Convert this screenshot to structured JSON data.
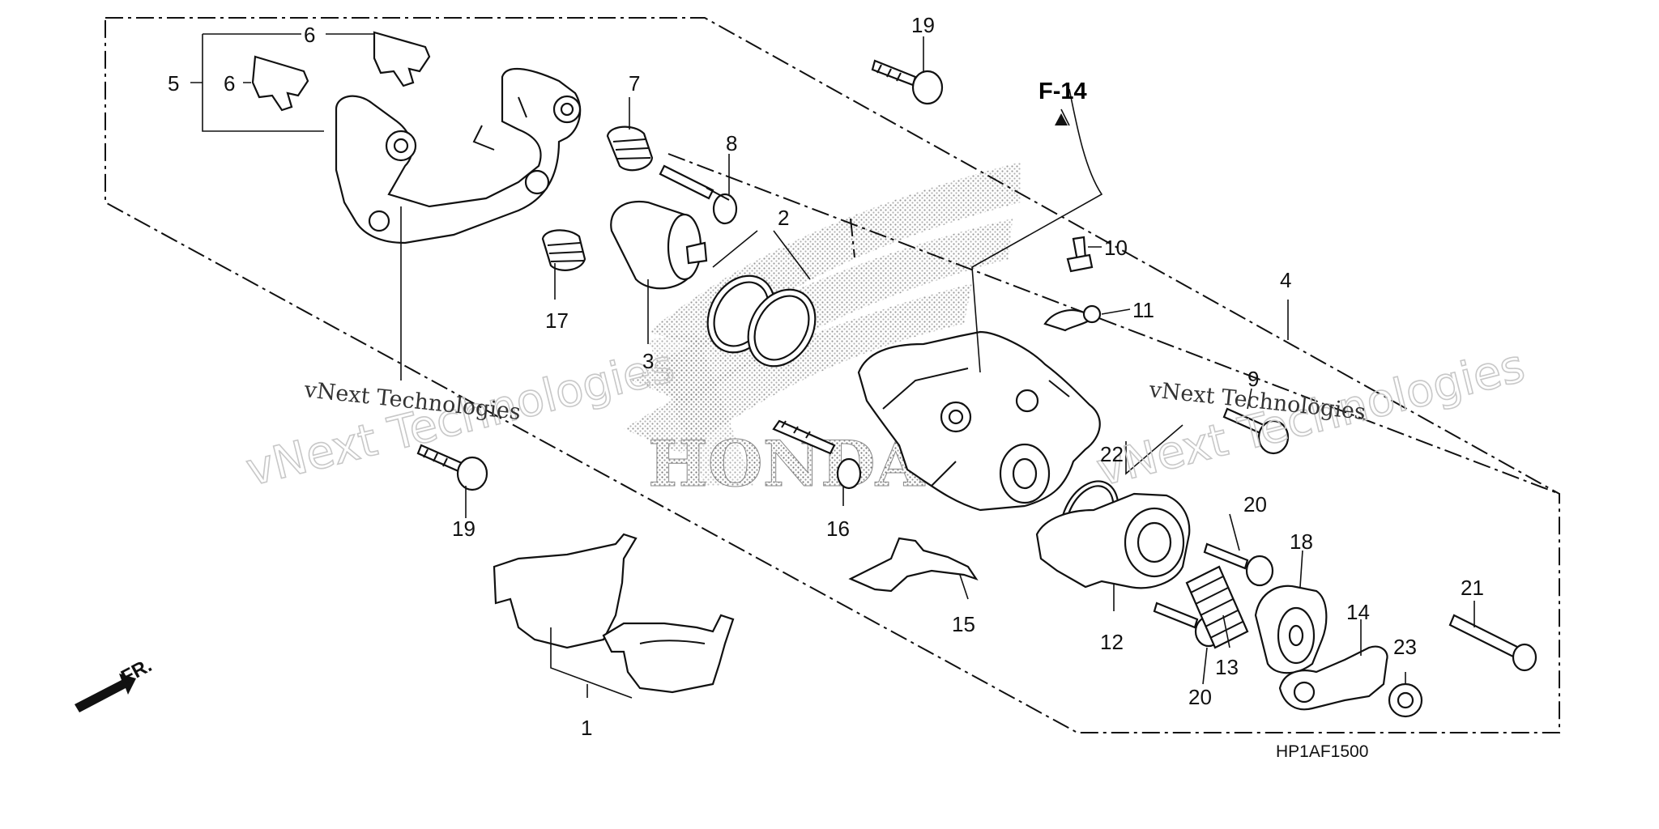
{
  "diagram": {
    "reference_label": "F-14",
    "diagram_code": "HP1AF1500",
    "front_indicator": "FR.",
    "watermark_text": "vNext Technologies",
    "watermark_outline": "vNext Technologies",
    "background_logo_text": "HONDA",
    "callouts": [
      {
        "id": "c1",
        "text": "1"
      },
      {
        "id": "c2",
        "text": "2"
      },
      {
        "id": "c3",
        "text": "3"
      },
      {
        "id": "c4",
        "text": "4"
      },
      {
        "id": "c5",
        "text": "5"
      },
      {
        "id": "c6a",
        "text": "6"
      },
      {
        "id": "c6b",
        "text": "6"
      },
      {
        "id": "c7",
        "text": "7"
      },
      {
        "id": "c8",
        "text": "8"
      },
      {
        "id": "c9",
        "text": "9"
      },
      {
        "id": "c10",
        "text": "10"
      },
      {
        "id": "c11",
        "text": "11"
      },
      {
        "id": "c12",
        "text": "12"
      },
      {
        "id": "c13",
        "text": "13"
      },
      {
        "id": "c14",
        "text": "14"
      },
      {
        "id": "c15",
        "text": "15"
      },
      {
        "id": "c16",
        "text": "16"
      },
      {
        "id": "c17",
        "text": "17"
      },
      {
        "id": "c18",
        "text": "18"
      },
      {
        "id": "c19a",
        "text": "19"
      },
      {
        "id": "c19b",
        "text": "19"
      },
      {
        "id": "c20a",
        "text": "20"
      },
      {
        "id": "c20b",
        "text": "20"
      },
      {
        "id": "c21",
        "text": "21"
      },
      {
        "id": "c22",
        "text": "22"
      },
      {
        "id": "c23",
        "text": "23"
      }
    ]
  }
}
